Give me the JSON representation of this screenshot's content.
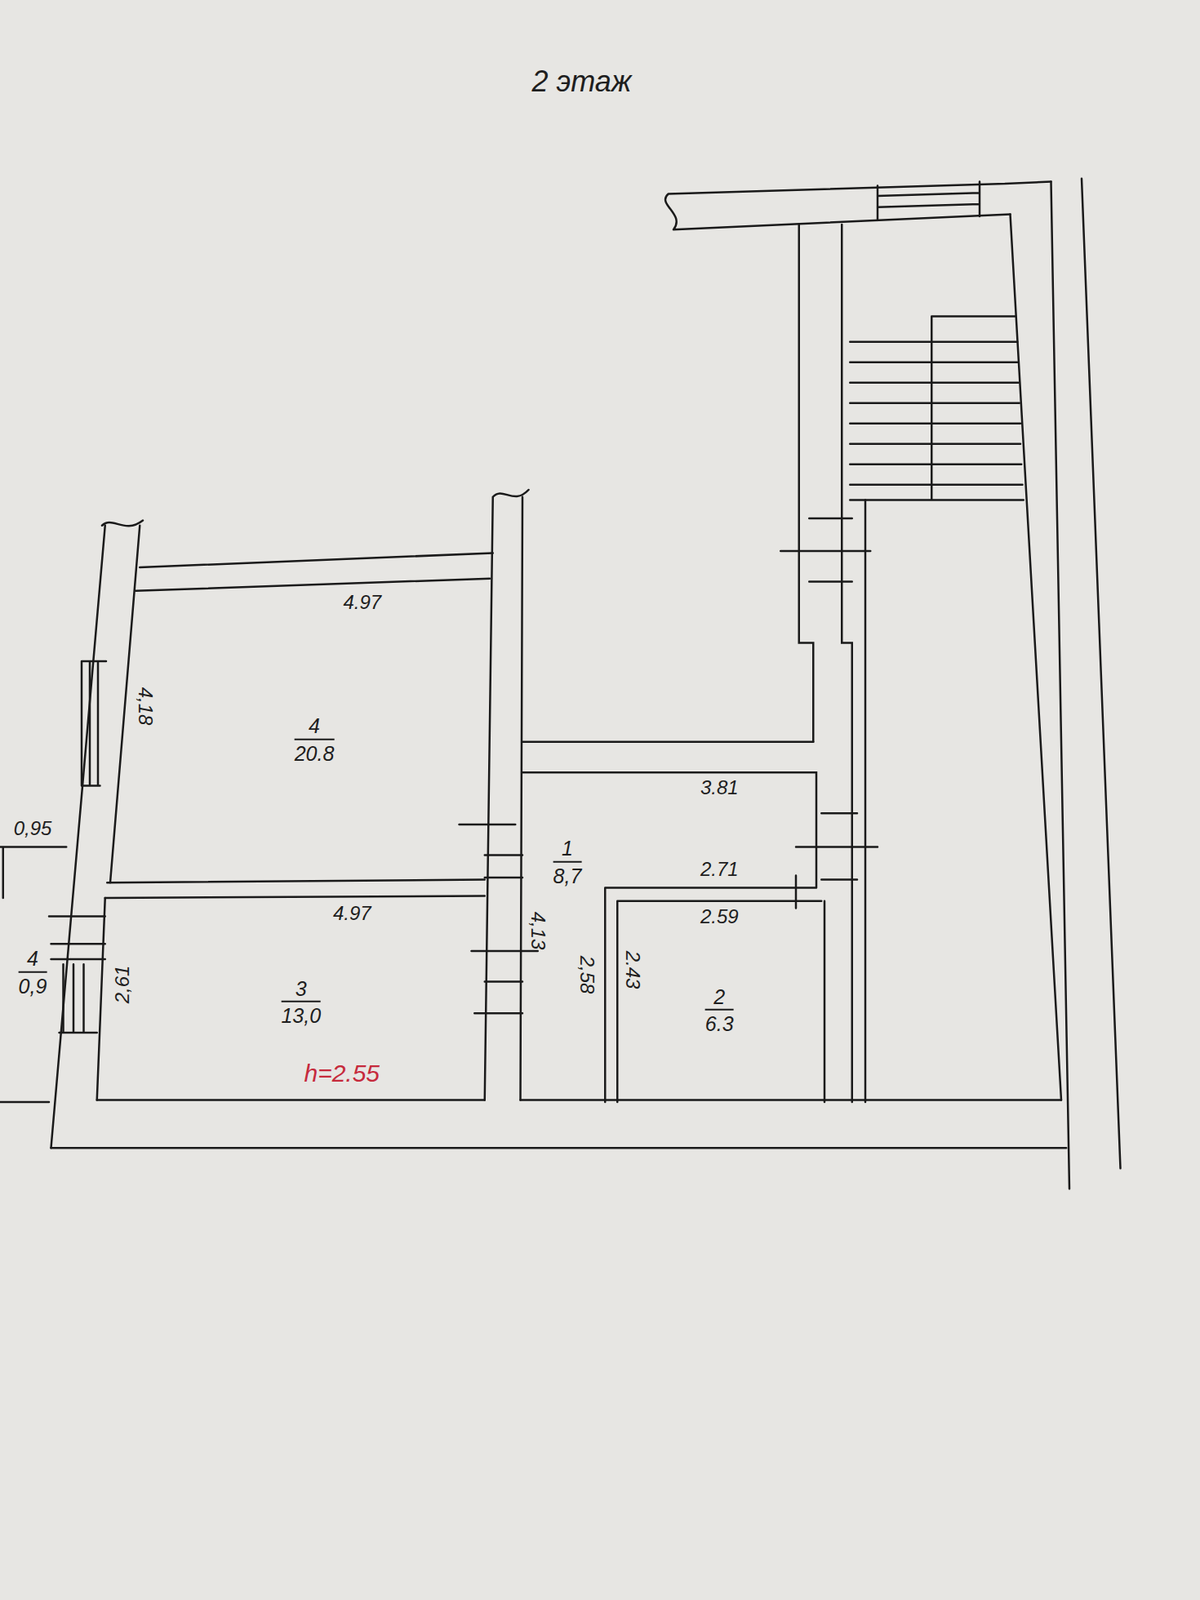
{
  "diagram": {
    "title": "2 этаж",
    "nodes": [
      {
        "text": [
          "4",
          "20.8"
        ]
      },
      {
        "text": [
          "1",
          "8,7"
        ]
      },
      {
        "text": [
          "3",
          "13,0"
        ]
      },
      {
        "text": [
          "4",
          "0,9"
        ]
      },
      {
        "text": [
          "2",
          "6.3"
        ]
      }
    ],
    "labels": [
      "4.97",
      "4,18",
      "0,95",
      "4.97",
      "2,61",
      "h=2.55",
      "3.81",
      "2.71",
      "4,13",
      "2.59",
      "2,58",
      "2.43"
    ]
  }
}
